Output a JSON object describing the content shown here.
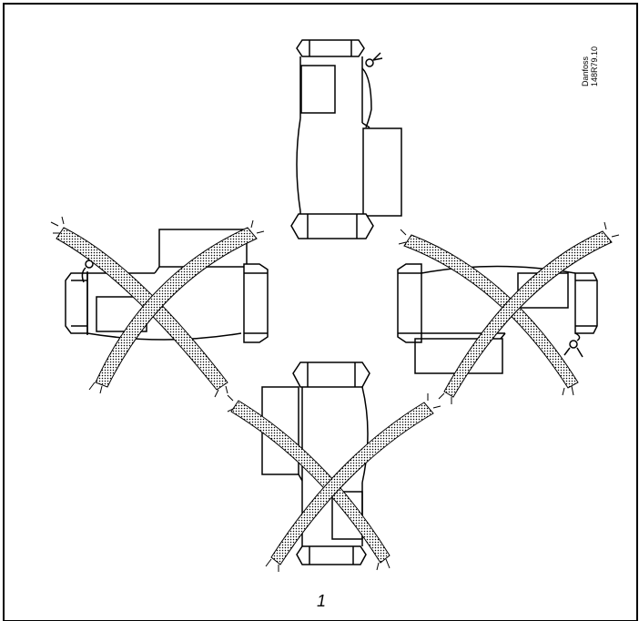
{
  "figure": {
    "brand_text": "Danfoss",
    "code_text": "148R79.10",
    "caption_number": "1"
  },
  "valves": [
    {
      "orientation": "upright",
      "status": "correct"
    },
    {
      "orientation": "horizontal-left",
      "status": "incorrect"
    },
    {
      "orientation": "horizontal-right",
      "status": "incorrect"
    },
    {
      "orientation": "upside-down",
      "status": "incorrect"
    }
  ],
  "colors": {
    "line": "#000000",
    "background": "#ffffff"
  }
}
